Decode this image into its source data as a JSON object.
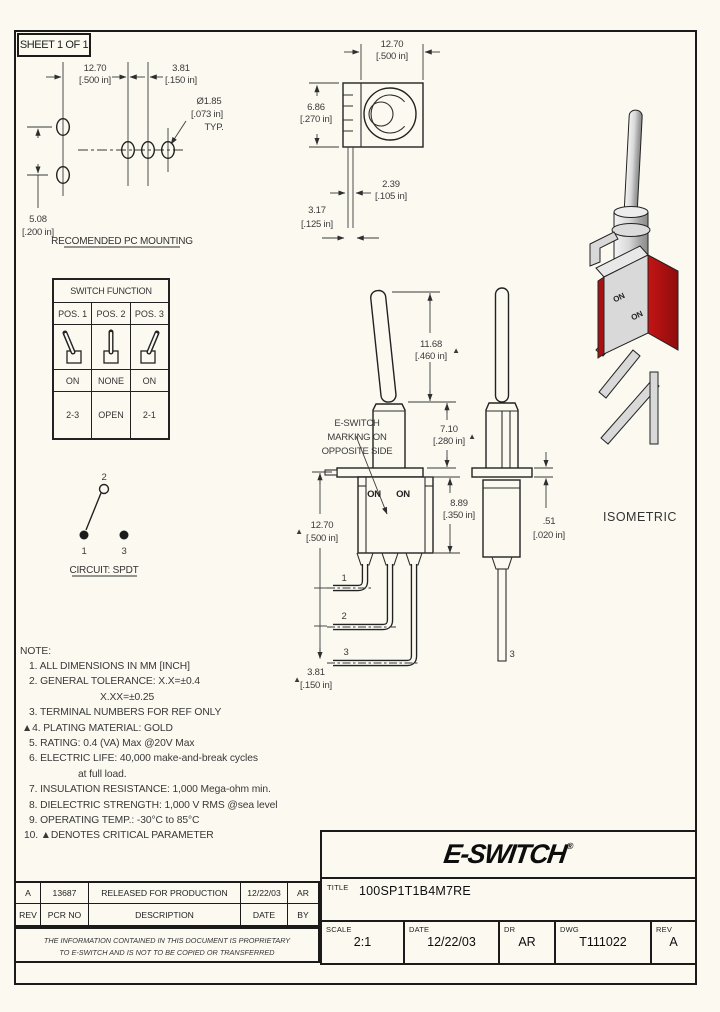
{
  "page": {
    "bg": "#fbf9f0",
    "line_color": "#2e2e2e",
    "accent_red": "#b01212"
  },
  "sheet": {
    "label": "SHEET 1 OF 1"
  },
  "pc_mounting": {
    "dim_width_mm": "12.70",
    "dim_width_in": "[.500 in]",
    "dim_pitch_mm": "3.81",
    "dim_pitch_in": "[.150 in]",
    "dim_hole": "Ø1.85",
    "dim_hole_in": "[.073 in]",
    "dim_hole_typ": "TYP.",
    "dim_vert_mm": "5.08",
    "dim_vert_in": "[.200 in]",
    "caption": "RECOMENDED PC MOUNTING"
  },
  "top_view": {
    "dim_width_mm": "12.70",
    "dim_width_in": "[.500 in]",
    "dim_height_mm": "6.86",
    "dim_height_in": "[.270 in]",
    "dim_slot_mm": "2.39",
    "dim_slot_in": "[.105 in]",
    "dim_offset_mm": "3.17",
    "dim_offset_in": "[.125 in]"
  },
  "function_table": {
    "title": "SWITCH FUNCTION",
    "columns": [
      "POS. 1",
      "POS. 2",
      "POS. 3"
    ],
    "row_on": [
      "ON",
      "NONE",
      "ON"
    ],
    "row_circuit": [
      "2-3",
      "OPEN",
      "2-1"
    ]
  },
  "circuit": {
    "t1": "1",
    "t2": "2",
    "t3": "3",
    "caption": "CIRCUIT: SPDT"
  },
  "front_view": {
    "dim_lever_mm": "11.68",
    "dim_lever_in": "[.460 in]",
    "dim_bushing_mm": "7.10",
    "dim_bushing_in": "[.280 in]",
    "dim_body_mm": "8.89",
    "dim_body_in": "[.350 in]",
    "dim_height_mm": "12.70",
    "dim_height_in": "[.500 in]",
    "dim_pitch_mm": "3.81",
    "dim_pitch_in": "[.150 in]",
    "marking_line1": "E-SWITCH",
    "marking_line2": "MARKING ON",
    "marking_line3": "OPPOSITE SIDE",
    "on_left": "ON",
    "on_right": "ON",
    "pin1": "1",
    "pin2": "2",
    "pin3": "3",
    "critical": "▲"
  },
  "side_view": {
    "dim_flange_mm": ".51",
    "dim_flange_in": "[.020 in]",
    "pin3": "3"
  },
  "isometric": {
    "caption": "ISOMETRIC",
    "on1": "ON",
    "on2": "ON"
  },
  "notes": {
    "heading": "NOTE:",
    "lines": [
      "1. ALL DIMENSIONS IN MM [INCH]",
      "2. GENERAL TOLERANCE: X.X=±0.4",
      "X.XX=±0.25",
      "3. TERMINAL NUMBERS FOR REF ONLY",
      "▲4. PLATING MATERIAL: GOLD",
      "5. RATING: 0.4 (VA) Max  @20V Max",
      "6. ELECTRIC LIFE: 40,000 make-and-break cycles",
      "at full load.",
      "7. INSULATION RESISTANCE: 1,000 Mega-ohm min.",
      "8. DIELECTRIC STRENGTH: 1,000 V RMS @sea level",
      "9. OPERATING TEMP.: -30°C to 85°C",
      "10. ▲DENOTES CRITICAL PARAMETER"
    ]
  },
  "revision_table": {
    "row": {
      "rev": "A",
      "pcr_no": "13687",
      "description": "RELEASED FOR PRODUCTION",
      "date": "12/22/03",
      "by": "AR"
    },
    "headers": {
      "rev": "REV",
      "pcr_no": "PCR NO",
      "description": "DESCRIPTION",
      "date": "DATE",
      "by": "BY"
    }
  },
  "proprietary": {
    "line1": "THE INFORMATION CONTAINED IN THIS DOCUMENT IS PROPRIETARY",
    "line2": "TO E-SWITCH AND IS NOT TO BE COPIED OR TRANSFERRED"
  },
  "title_block": {
    "logo": "E-SWITCH",
    "logo_reg": "®",
    "title_label": "TITLE",
    "title_value": "100SP1T1B4M7RE",
    "scale_label": "SCALE",
    "scale_value": "2:1",
    "date_label": "DATE",
    "date_value": "12/22/03",
    "dr_label": "DR",
    "dr_value": "AR",
    "dwg_label": "DWG",
    "dwg_value": "T111022",
    "rev_label": "REV",
    "rev_value": "A"
  }
}
